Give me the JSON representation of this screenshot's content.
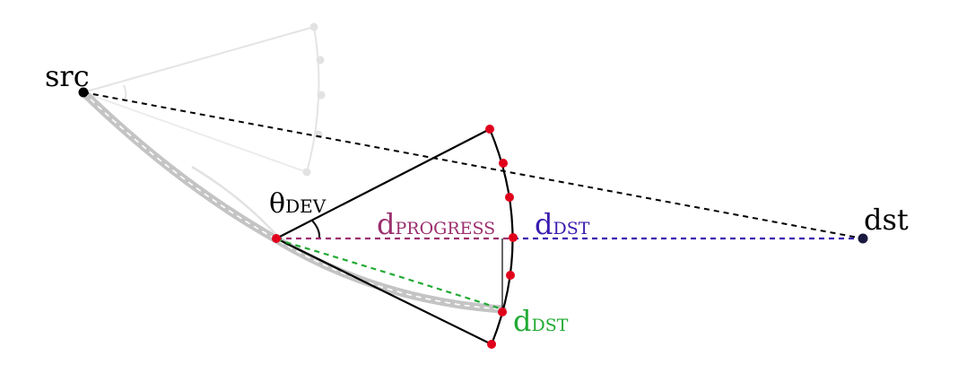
{
  "points": {
    "src": "src",
    "dst": "dst"
  },
  "labels": {
    "theta_main": "θ",
    "theta_sub": "DEV",
    "d_progress_main": "d",
    "d_progress_sub": "PROGRESS",
    "d_dst_main": "d",
    "d_dst_sub": "DST",
    "d_dst_green_main": "d",
    "d_dst_green_sub": "DST"
  },
  "colors": {
    "ink": "#000000",
    "node_red": "#e0001b",
    "progress": "#9b2f6e",
    "dst_blue": "#3b1cb0",
    "dst_green": "#22aa33",
    "path_gray": "#c4c4c4",
    "ghost_gray": "#e2e2e2"
  }
}
